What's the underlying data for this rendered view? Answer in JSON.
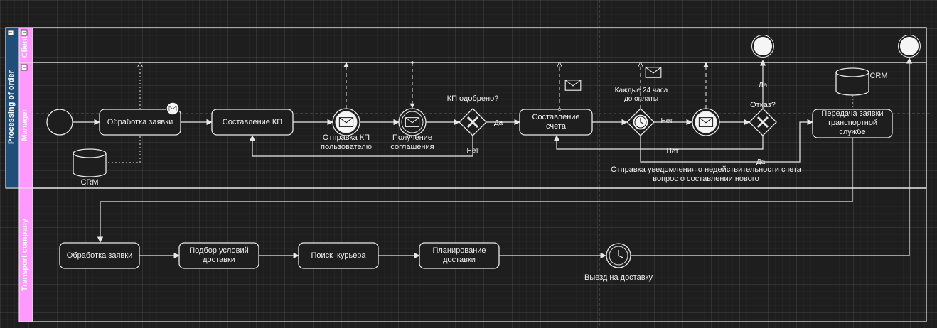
{
  "pool": {
    "title": "Processing of order",
    "lanes": {
      "client": "Client",
      "manager": "Manager",
      "transport": "Transport company"
    }
  },
  "manager": {
    "task_receive": "Обработка заявки",
    "task_kp": "Составление КП",
    "msg_send_kp": "Отправка КП пользователю",
    "msg_agreement": "Получение соглашения",
    "gw_kp_question": "КП одобрено?",
    "gw_kp_yes": "Да",
    "gw_kp_no": "Нет",
    "task_invoice": "Составление счета",
    "timer_label": "Каждые 24 часа до оплаты",
    "timer_no": "Нет",
    "gw_refuse_question": "Отказ?",
    "gw_refuse_yes": "Да",
    "gw_refuse_no": "Нет",
    "task_transfer": "Передача заявки транспортной службе",
    "crm_left": "CRM",
    "crm_right": "CRM",
    "yes_bottom": "Да",
    "notice": "Отправка уведомления о недействительности счета вопрос о составлении нового"
  },
  "transport": {
    "task_process": "Обработка заявки",
    "task_conditions": "Подбор условий доставки",
    "task_courier": "Поиск  курьера",
    "task_plan": "Планирование доставки",
    "timer_departure": "Выезд на доставку"
  },
  "colors": {
    "pool_header": "#1f4e79",
    "lane_header": "#ff99ff",
    "line": "#e8e8e8",
    "shape_fill": "#1e1e1e",
    "event_fill": "#f5f5f5"
  }
}
